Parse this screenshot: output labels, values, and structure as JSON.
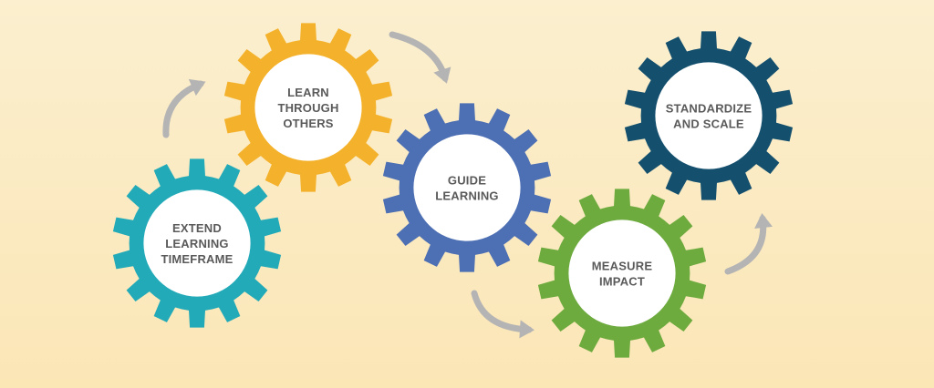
{
  "diagram": {
    "colors": {
      "arrow": "#b4b4b4",
      "label": "#5a5a5a",
      "background": "#fbeac2"
    },
    "gears": [
      {
        "id": "extend",
        "lines": [
          "EXTEND",
          "LEARNING",
          "TIMEFRAME"
        ],
        "color": "#22aab8"
      },
      {
        "id": "learn",
        "lines": [
          "LEARN",
          "THROUGH",
          "OTHERS"
        ],
        "color": "#f4b22c"
      },
      {
        "id": "guide",
        "lines": [
          "GUIDE",
          "LEARNING"
        ],
        "color": "#4d6fb3"
      },
      {
        "id": "measure",
        "lines": [
          "MEASURE",
          "IMPACT"
        ],
        "color": "#6eab3f"
      },
      {
        "id": "standardize",
        "lines": [
          "STANDARDIZE",
          "AND SCALE"
        ],
        "color": "#14506e"
      }
    ],
    "arrows": [
      {
        "from": "extend",
        "to": "learn",
        "icon": "curved-arrow-icon"
      },
      {
        "from": "learn",
        "to": "guide",
        "icon": "curved-arrow-icon"
      },
      {
        "from": "guide",
        "to": "measure",
        "icon": "curved-arrow-icon"
      },
      {
        "from": "measure",
        "to": "standardize",
        "icon": "curved-arrow-icon"
      }
    ]
  }
}
